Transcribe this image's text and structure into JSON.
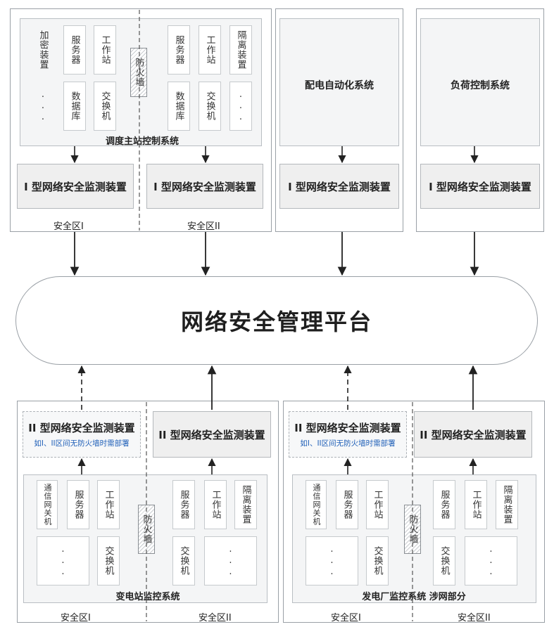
{
  "platform": {
    "title": "网络安全管理平台"
  },
  "dispatch": {
    "system_label": "调度主站控制系统",
    "zone1_label": "安全区I",
    "zone2_label": "安全区II",
    "left_devices": {
      "encrypt": "加密装置",
      "server": "服务器",
      "workstation": "工作站",
      "database": "数据库",
      "switch": "交换机",
      "dots": "..."
    },
    "firewall": "防火墙",
    "right_devices": {
      "server": "服务器",
      "workstation": "工作站",
      "isolation": "隔离装置",
      "database": "数据库",
      "switch": "交换机",
      "dots": "..."
    },
    "monitor_left": "I 型网络安全监测装置",
    "monitor_right": "I 型网络安全监测装置"
  },
  "distribution": {
    "system_label": "配电自动化系统",
    "monitor": "I 型网络安全监测装置"
  },
  "load_control": {
    "system_label": "负荷控制系统",
    "monitor": "I 型网络安全监测装置"
  },
  "substation": {
    "system_label": "变电站监控系统",
    "zone1_label": "安全区I",
    "zone2_label": "安全区II",
    "monitor_left_title": "II 型网络安全监测装置",
    "monitor_left_note": "如I、II区间无防火墙时需部署",
    "monitor_right": "II 型网络安全监测装置",
    "firewall": "防火墙",
    "left_devices": {
      "gateway": "通信网关机",
      "server": "服务器",
      "workstation": "工作站",
      "dots": "...",
      "switch": "交换机"
    },
    "right_devices": {
      "server": "服务器",
      "workstation": "工作站",
      "isolation": "隔离装置",
      "switch": "交换机",
      "dots": "..."
    }
  },
  "power_plant": {
    "system_label": "发电厂监控系统  涉网部分",
    "zone1_label": "安全区I",
    "zone2_label": "安全区II",
    "monitor_left_title": "II 型网络安全监测装置",
    "monitor_left_note": "如I、II区间无防火墙时需部署",
    "monitor_right": "II 型网络安全监测装置",
    "firewall": "防火墙",
    "left_devices": {
      "gateway": "通信网关机",
      "server": "服务器",
      "workstation": "工作站",
      "dots": "...",
      "switch": "交换机"
    },
    "right_devices": {
      "server": "服务器",
      "workstation": "工作站",
      "isolation": "隔离装置",
      "switch": "交换机",
      "dots": "..."
    }
  }
}
